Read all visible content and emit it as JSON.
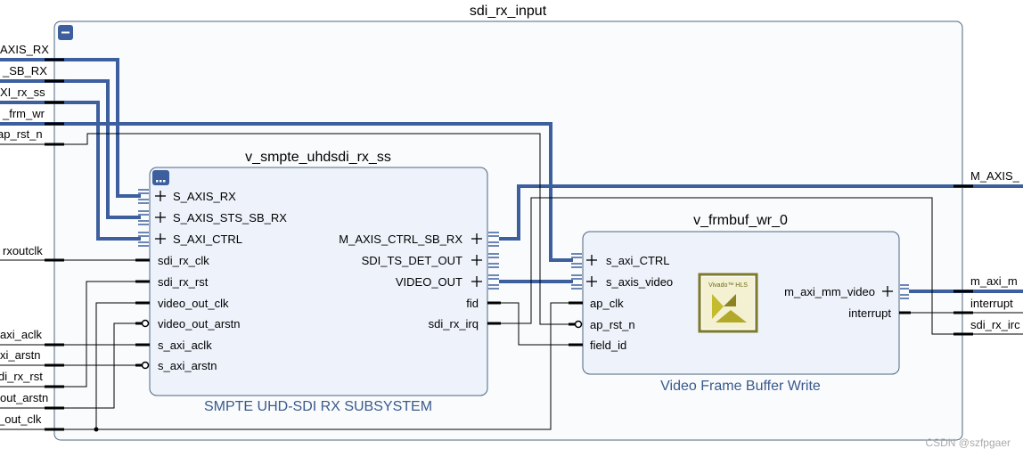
{
  "hier": {
    "title": "sdi_rx_input",
    "collapse_icon": "minus-icon"
  },
  "ext_left": [
    "AXIS_RX",
    "_SB_RX",
    "XI_rx_ss",
    "_frm_wr",
    "ap_rst_n",
    "rxoutclk",
    "axi_aclk",
    "xi_arstn",
    "di_rx_rst",
    "out_arstn",
    "_out_clk"
  ],
  "ext_right": [
    "M_AXIS_",
    "m_axi_m",
    "interrupt",
    "sdi_rx_irc"
  ],
  "smpte": {
    "name": "v_smpte_uhdsdi_rx_ss",
    "caption": "SMPTE UHD-SDI RX SUBSYSTEM",
    "left_ports": [
      "S_AXIS_RX",
      "S_AXIS_STS_SB_RX",
      "S_AXI_CTRL",
      "sdi_rx_clk",
      "sdi_rx_rst",
      "video_out_clk",
      "video_out_arstn",
      "s_axi_aclk",
      "s_axi_arstn"
    ],
    "right_ports": [
      "M_AXIS_CTRL_SB_RX",
      "SDI_TS_DET_OUT",
      "VIDEO_OUT",
      "fid",
      "sdi_rx_irq"
    ]
  },
  "frmbuf": {
    "name": "v_frmbuf_wr_0",
    "caption": "Video Frame Buffer Write",
    "left_ports": [
      "s_axi_CTRL",
      "s_axis_video",
      "ap_clk",
      "ap_rst_n",
      "field_id"
    ],
    "right_ports": [
      "m_axi_mm_video",
      "interrupt"
    ],
    "logo_text": "Vivado™ HLS"
  },
  "watermark": "CSDN @szfpgaer"
}
